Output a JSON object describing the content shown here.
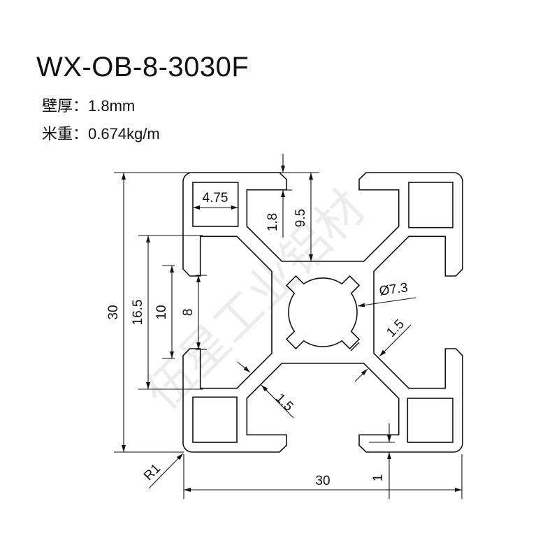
{
  "header": {
    "title": "WX-OB-8-3030F",
    "wall_label": "壁厚：",
    "wall_value": "1.8mm",
    "weight_label": "米重：",
    "weight_value": "0.674kg/m"
  },
  "dimensions": {
    "height": "30",
    "width": "30",
    "d16_5": "16.5",
    "d10": "10",
    "d8": "8",
    "d4_75": "4.75",
    "d1_8": "1.8",
    "d9_5": "9.5",
    "bore": "Ø7.3",
    "web_right": "1.5",
    "web_left": "1.5",
    "lip": "1",
    "radius": "R1"
  },
  "watermark": "伍星工业铝材"
}
